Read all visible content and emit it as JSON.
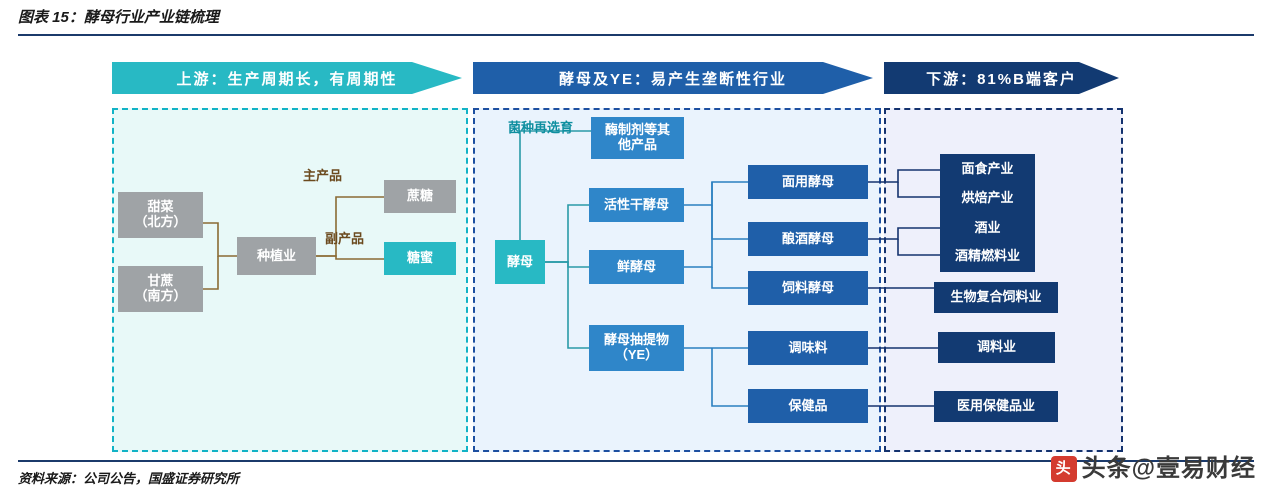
{
  "header": {
    "title": "图表 15：酵母行业产业链梳理"
  },
  "footer": {
    "source": "资料来源：公司公告，国盛证券研究所",
    "watermark": "头条@壹易财经",
    "watermark_logo": "头"
  },
  "banners": [
    {
      "name": "upstream",
      "label": "上游：生产周期长，有周期性",
      "color": "#28b9c4"
    },
    {
      "name": "midstream",
      "label": "酵母及YE：易产生垄断性行业",
      "color": "#1f5fa9"
    },
    {
      "name": "downstream",
      "label": "下游：81%B端客户",
      "color": "#123a72"
    }
  ],
  "upstream": {
    "nodes": [
      {
        "name": "sugar-beet-north",
        "label": "甜菜\n（北方）",
        "color": "#9fa3a6"
      },
      {
        "name": "sugarcane-south",
        "label": "甘蔗\n（南方）",
        "color": "#9fa3a6"
      },
      {
        "name": "planting-industry",
        "label": "种植业",
        "color": "#9fa3a6"
      },
      {
        "name": "cane-sugar",
        "label": "蔗糖",
        "color": "#9fa3a6"
      },
      {
        "name": "molasses",
        "label": "糖蜜",
        "color": "#28b9c4"
      }
    ],
    "labels": [
      {
        "name": "main-product-label",
        "label": "主产品"
      },
      {
        "name": "by-product-label",
        "label": "副产品"
      }
    ]
  },
  "midstream": {
    "labels": [
      {
        "name": "strain-reselection-label",
        "label": "菌种再选育"
      }
    ],
    "nodes": [
      {
        "name": "yeast",
        "label": "酵母",
        "color": "#28b9c4"
      },
      {
        "name": "enzyme-inhibitors-others",
        "label": "酶制剂等其\n他产品",
        "color": "#2f86c9"
      },
      {
        "name": "active-dry-yeast",
        "label": "活性干酵母",
        "color": "#2f86c9"
      },
      {
        "name": "fresh-yeast",
        "label": "鲜酵母",
        "color": "#2f86c9"
      },
      {
        "name": "yeast-extract",
        "label": "酵母抽提物\n（YE）",
        "color": "#2f86c9"
      },
      {
        "name": "bread-yeast",
        "label": "面用酵母",
        "color": "#1f5fa9"
      },
      {
        "name": "brewing-yeast",
        "label": "酿酒酵母",
        "color": "#1f5fa9"
      },
      {
        "name": "feed-yeast",
        "label": "饲料酵母",
        "color": "#1f5fa9"
      },
      {
        "name": "seasoning",
        "label": "调味料",
        "color": "#1f5fa9"
      },
      {
        "name": "health-products",
        "label": "保健品",
        "color": "#1f5fa9"
      }
    ]
  },
  "downstream": {
    "nodes": [
      {
        "name": "pasta-industry",
        "label": "面食产业",
        "color": "#123a72"
      },
      {
        "name": "baking-industry",
        "label": "烘焙产业",
        "color": "#123a72"
      },
      {
        "name": "liquor-industry",
        "label": "酒业",
        "color": "#123a72"
      },
      {
        "name": "alcohol-fuel-industry",
        "label": "酒精燃料业",
        "color": "#123a72"
      },
      {
        "name": "bio-compound-feed-industry",
        "label": "生物复合饲料业",
        "color": "#123a72"
      },
      {
        "name": "seasoning-industry",
        "label": "调料业",
        "color": "#123a72"
      },
      {
        "name": "medical-health-products-industry",
        "label": "医用保健品业",
        "color": "#123a72"
      }
    ]
  }
}
